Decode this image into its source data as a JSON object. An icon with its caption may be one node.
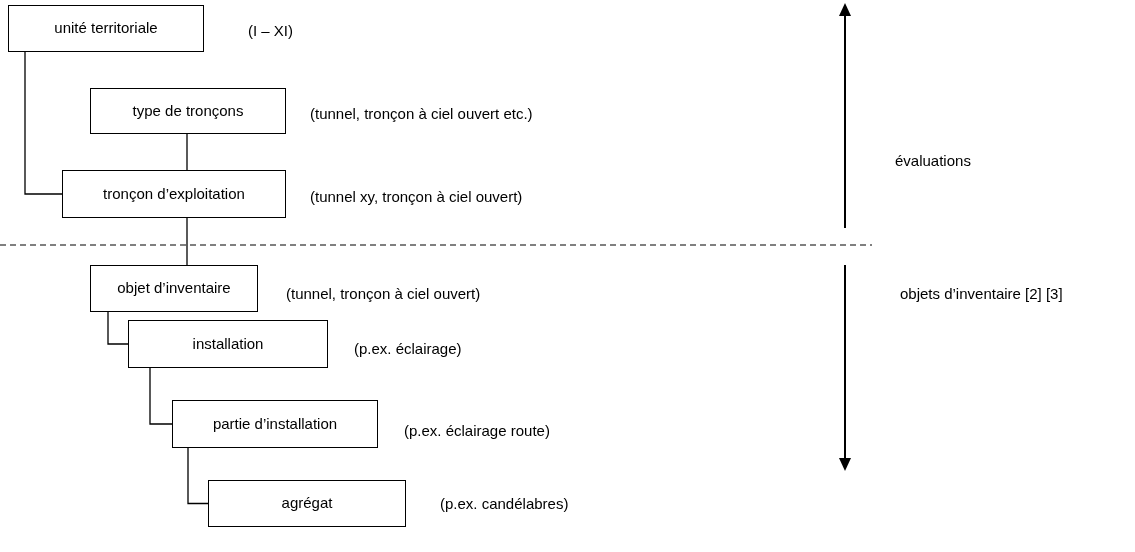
{
  "diagram": {
    "nodes": [
      {
        "text": [
          "unité territoriale"
        ],
        "beside": [
          "(I – XI)"
        ]
      },
      {
        "text": [
          "type de tronçons"
        ],
        "beside": [
          "(tunnel, tronçon à ciel ouvert etc.)"
        ]
      },
      {
        "text": [
          "tronçon d’exploitation"
        ],
        "beside": [
          "(tunnel xy, tronçon à ciel ouvert)"
        ]
      },
      {
        "text": [
          "objet d’inventaire"
        ],
        "beside": [
          "(tunnel, tronçon à ciel ouvert)"
        ]
      },
      {
        "text": [
          "installation"
        ],
        "beside": [
          "(p.ex. éclairage)"
        ]
      },
      {
        "text": [
          "partie d’installation"
        ],
        "beside": [
          "(p.ex. éclairage route)"
        ]
      },
      {
        "text": [
          "agrégat"
        ],
        "beside": [
          "(p.ex. candélabres)"
        ]
      }
    ],
    "edges": [
      {
        "from": 0,
        "to": 2,
        "arrow": "none"
      },
      {
        "from": 1,
        "to": 2,
        "arrow": "none"
      },
      {
        "from": 2,
        "to": 3,
        "arrow": "none"
      },
      {
        "from": 3,
        "to": 4,
        "arrow": "none"
      },
      {
        "from": 4,
        "to": 5,
        "arrow": "none"
      },
      {
        "from": 5,
        "to": 6,
        "arrow": "none"
      }
    ],
    "labels": [
      "évaluations",
      "objets d’inventaire [2] [3]"
    ]
  }
}
